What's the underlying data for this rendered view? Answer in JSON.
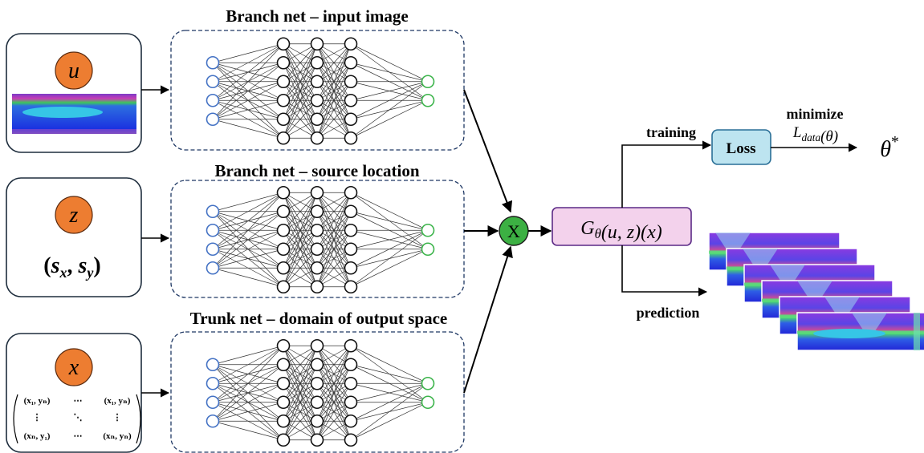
{
  "branch_top": {
    "title": "Branch net – input image",
    "input_symbol": "u"
  },
  "branch_mid": {
    "title": "Branch net – source location",
    "input_symbol": "z",
    "input_label": "(sₓ, sᵧ)",
    "input_label_parts": [
      "(",
      "s",
      "x",
      ", ",
      "s",
      "y",
      ")"
    ]
  },
  "trunk": {
    "title": "Trunk net – domain of output space",
    "input_symbol": "x",
    "matrix": {
      "top_left": "(x₁, yₙ)",
      "top_dots": "⋯",
      "top_right": "(x₁, yₙ)",
      "mid_left": "⋮",
      "mid_diag": "⋱",
      "mid_right": "⋮",
      "bot_left": "(xₙ, y₁)",
      "bot_dots": "⋯",
      "bot_right": "(xₙ, yₙ)"
    }
  },
  "network": {
    "layer_sizes": [
      4,
      6,
      6,
      6,
      2
    ]
  },
  "product_node": {
    "symbol": "X"
  },
  "operator": {
    "label": "G_θ(u, z)(x)"
  },
  "branch_labels": {
    "training": "training",
    "prediction": "prediction"
  },
  "loss": {
    "label": "Loss",
    "minimize": "minimize",
    "objective": "L_data(θ)"
  },
  "result": {
    "symbol": "θ*"
  },
  "colors": {
    "input_node": "#4472C4",
    "output_node": "#3CB44B",
    "circle_fill": "#ED7D31",
    "product_fill": "#3CB043",
    "operator_fill": "#F3D2EC",
    "operator_stroke": "#5B2A86",
    "loss_fill": "#BDE4F0",
    "loss_stroke": "#2A6F97",
    "dashed": "#1F3864"
  }
}
